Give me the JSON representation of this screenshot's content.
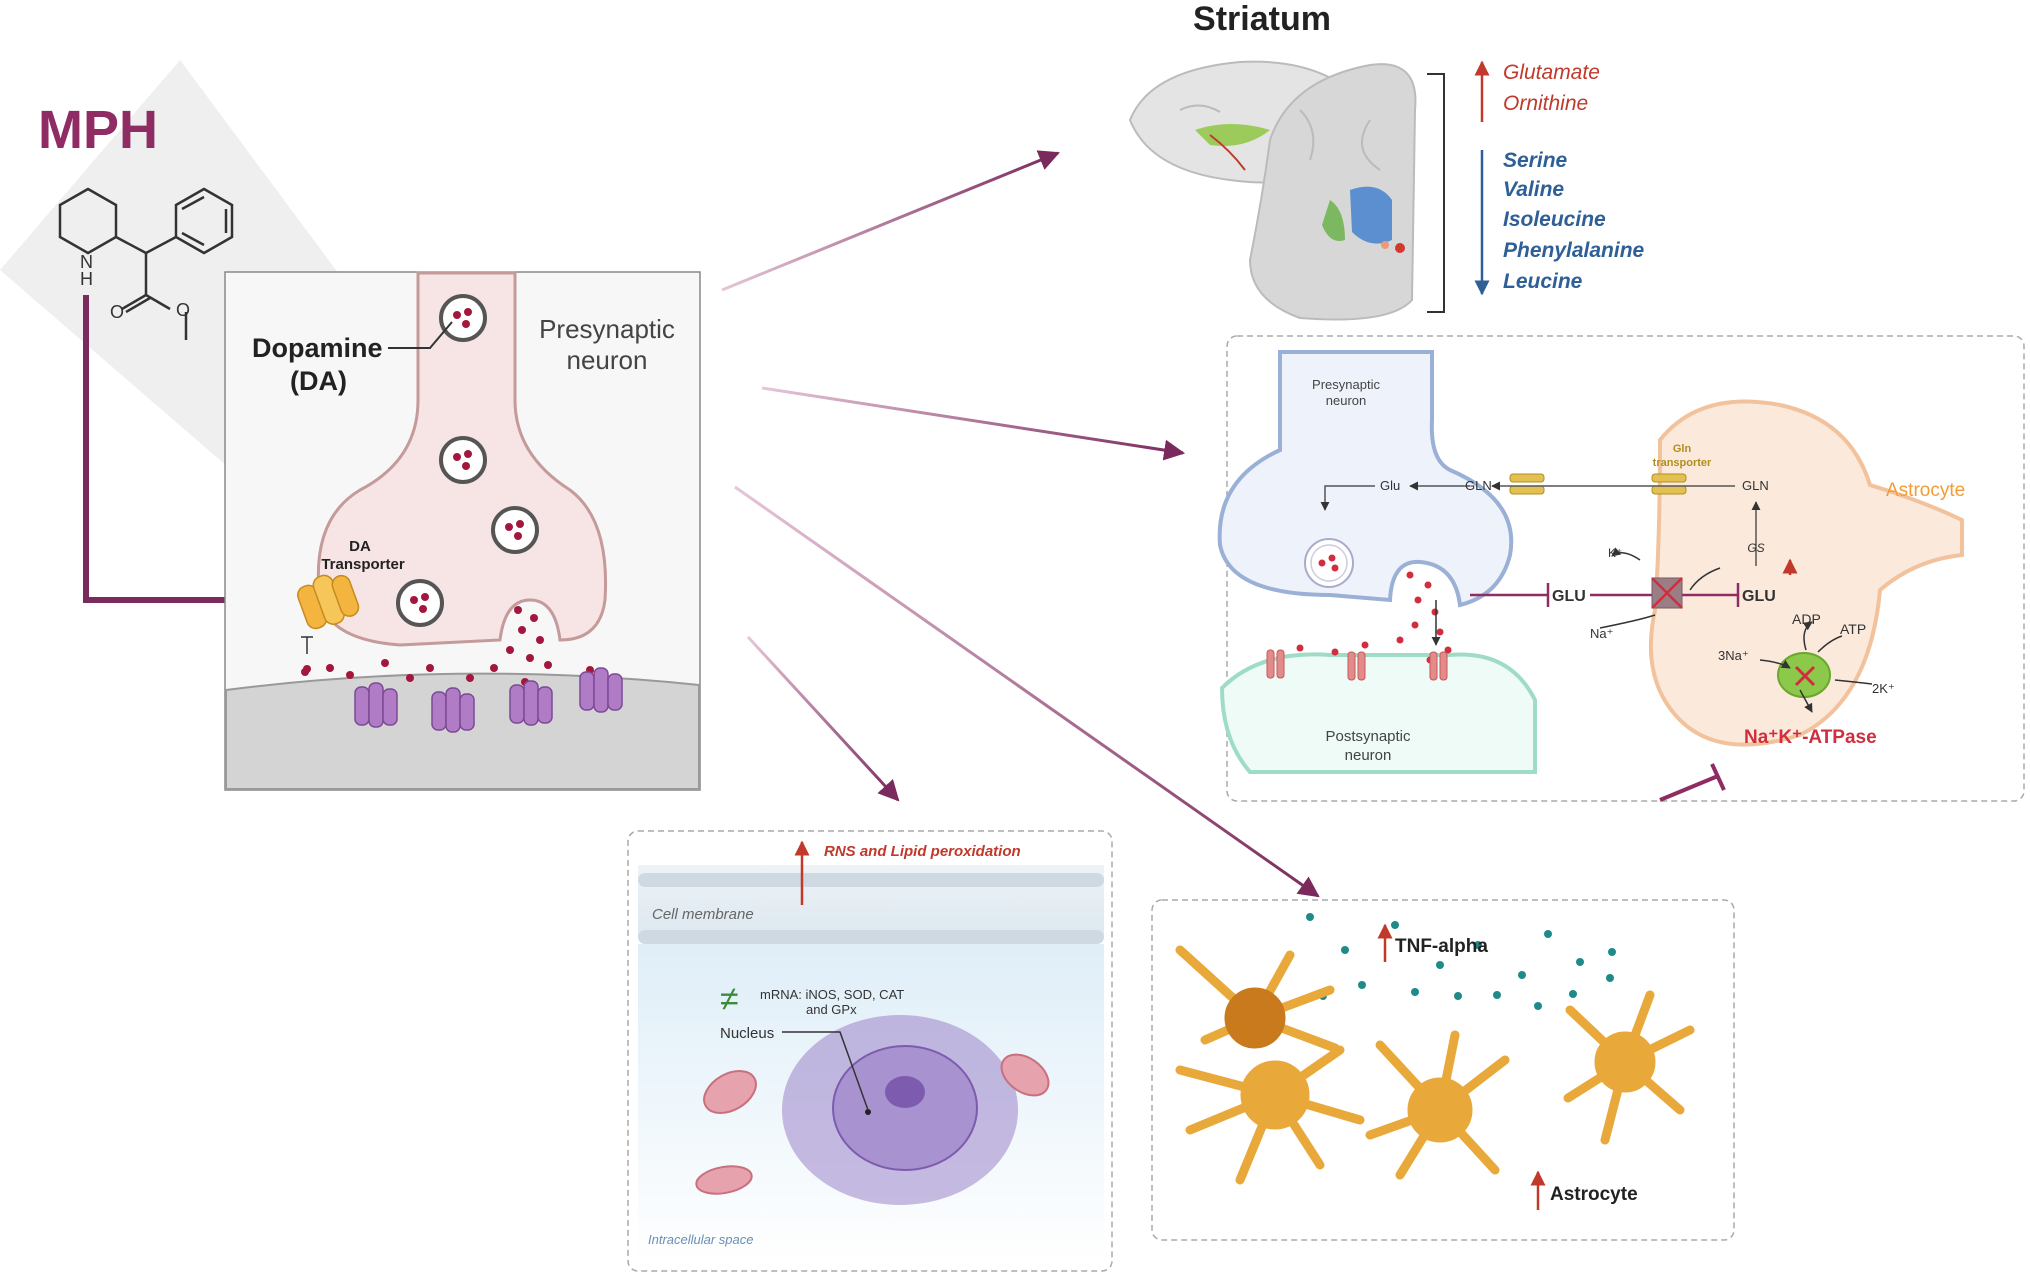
{
  "drug": {
    "name": "MPH",
    "molecule_atoms": {
      "nitrogen": "N",
      "hydrogen": "H",
      "oxygen": "O"
    }
  },
  "synapse": {
    "dopamine_label": "Dopamine",
    "dopamine_abbrev": "(DA)",
    "presynaptic_line1": "Presynaptic",
    "presynaptic_line2": "neuron",
    "transporter_line1": "DA",
    "transporter_line2": "Transporter"
  },
  "striatum": {
    "title": "Striatum",
    "increased": [
      "Glutamate",
      "Ornithine"
    ],
    "decreased": [
      "Serine",
      "Valine",
      "Isoleucine",
      "Phenylalanine",
      "Leucine"
    ]
  },
  "glutamate_panel": {
    "presynaptic_line1": "Presynaptic",
    "presynaptic_line2": "neuron",
    "postsynaptic_line1": "Postsynaptic",
    "postsynaptic_line2": "neuron",
    "astrocyte": "Astrocyte",
    "gln_transporter_line1": "Gln",
    "gln_transporter_line2": "transporter",
    "gln_top": "GLN",
    "gln_mid": "GLN",
    "glu_small": "Glu",
    "gs": "GS",
    "glu_left": "GLU",
    "glu_right": "GLU",
    "k_plus": "K⁺",
    "na_plus": "Na⁺",
    "three_na": "3Na⁺",
    "two_k": "2K⁺",
    "adp": "ADP",
    "atp": "ATP",
    "pump": "Na⁺K⁺-ATPase"
  },
  "oxidative_panel": {
    "rns": "RNS and Lipid peroxidation",
    "membrane": "Cell membrane",
    "mrna_line1": "mRNA: iNOS, SOD, CAT",
    "mrna_line2": "and GPx",
    "nucleus": "Nucleus",
    "intracellular": "Intracellular space"
  },
  "inflammation_panel": {
    "tnf": "TNF-alpha",
    "astrocyte": "Astrocyte"
  },
  "colors": {
    "mph": "#8e2c63",
    "connector": "#7a2a5c",
    "increase": "#c0392b",
    "decrease": "#2e5f96",
    "astrocyte": "#e8a83a"
  }
}
